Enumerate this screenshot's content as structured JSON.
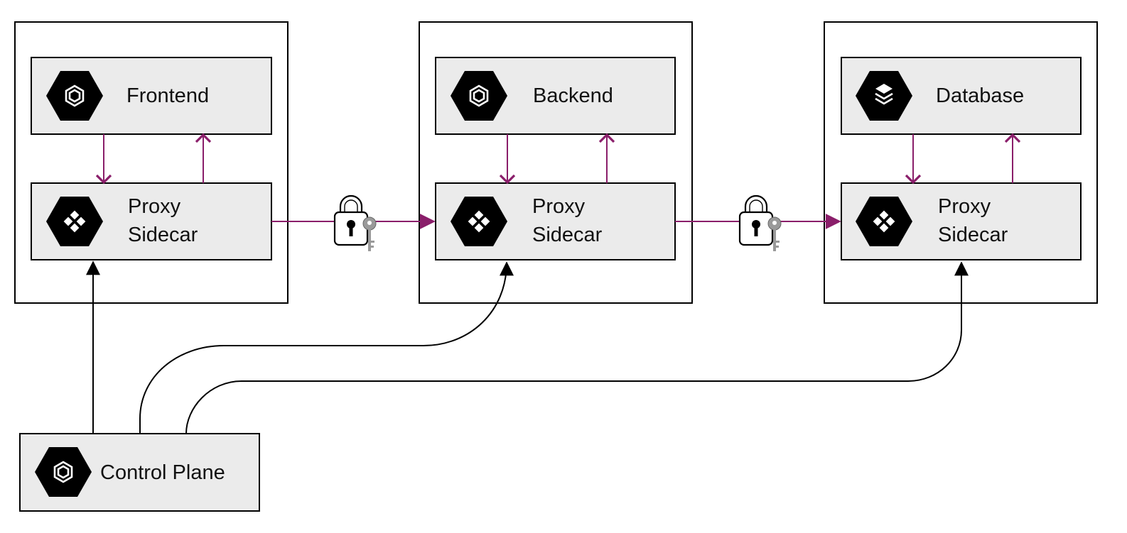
{
  "colors": {
    "mesh_link": "#8a1e6a",
    "control_link": "#000000",
    "box_fill": "#ebebeb",
    "icon_fill": "#000000"
  },
  "services": [
    {
      "name": "Frontend",
      "icon": "cube-icon"
    },
    {
      "name": "Backend",
      "icon": "cube-icon"
    },
    {
      "name": "Database",
      "icon": "layers-icon"
    }
  ],
  "sidecar": {
    "line1": "Proxy",
    "line2": "Sidecar",
    "icon": "diamond-grid-icon"
  },
  "control_plane": {
    "label": "Control Plane",
    "icon": "cube-icon"
  },
  "mtls_icon": "padlock-key-icon"
}
